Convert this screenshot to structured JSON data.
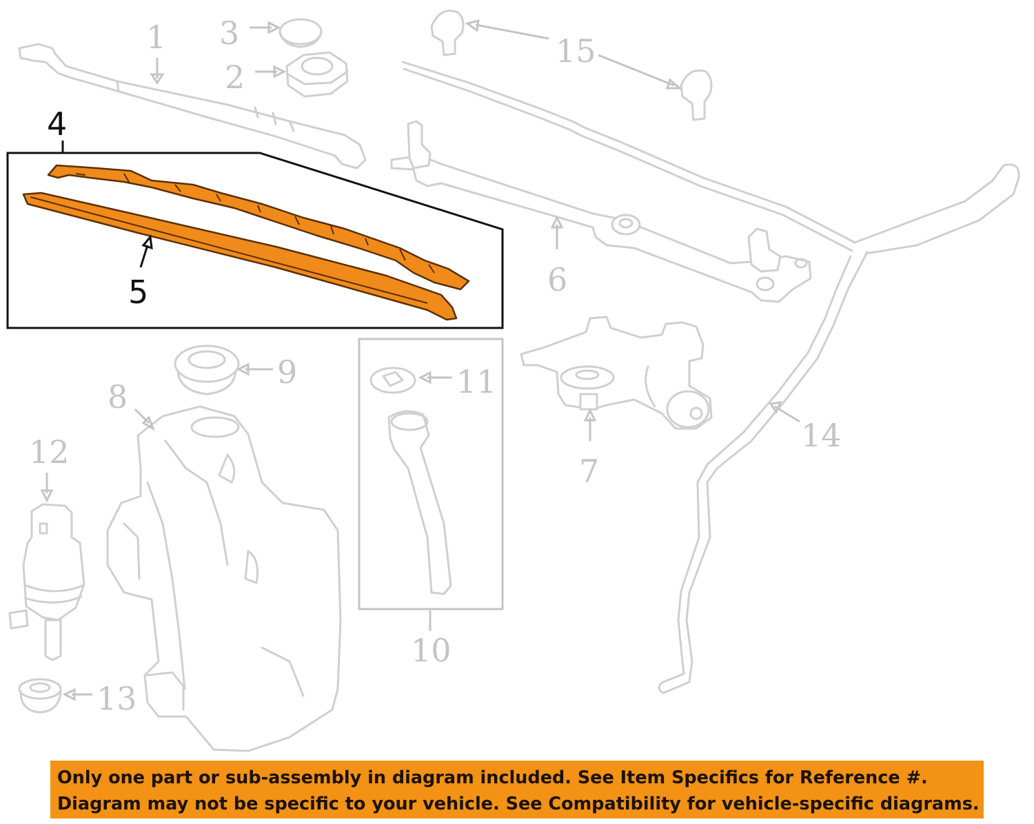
{
  "callouts": {
    "c1": "1",
    "c2": "2",
    "c3": "3",
    "c4": "4",
    "c5": "5",
    "c6": "6",
    "c7": "7",
    "c8": "8",
    "c9": "9",
    "c10": "10",
    "c11": "11",
    "c12": "12",
    "c13": "13",
    "c14": "14",
    "c15": "15"
  },
  "notice": {
    "line1": "Only one part or sub-assembly in diagram included. See Item Specifics for Reference #.",
    "line2": "Diagram may not be specific to your vehicle. See Compatibility for vehicle-specific diagrams."
  },
  "colors": {
    "highlight": "#f08a1a",
    "notice_bg": "#f39214",
    "greyed_parts": "#cfcfcf"
  }
}
